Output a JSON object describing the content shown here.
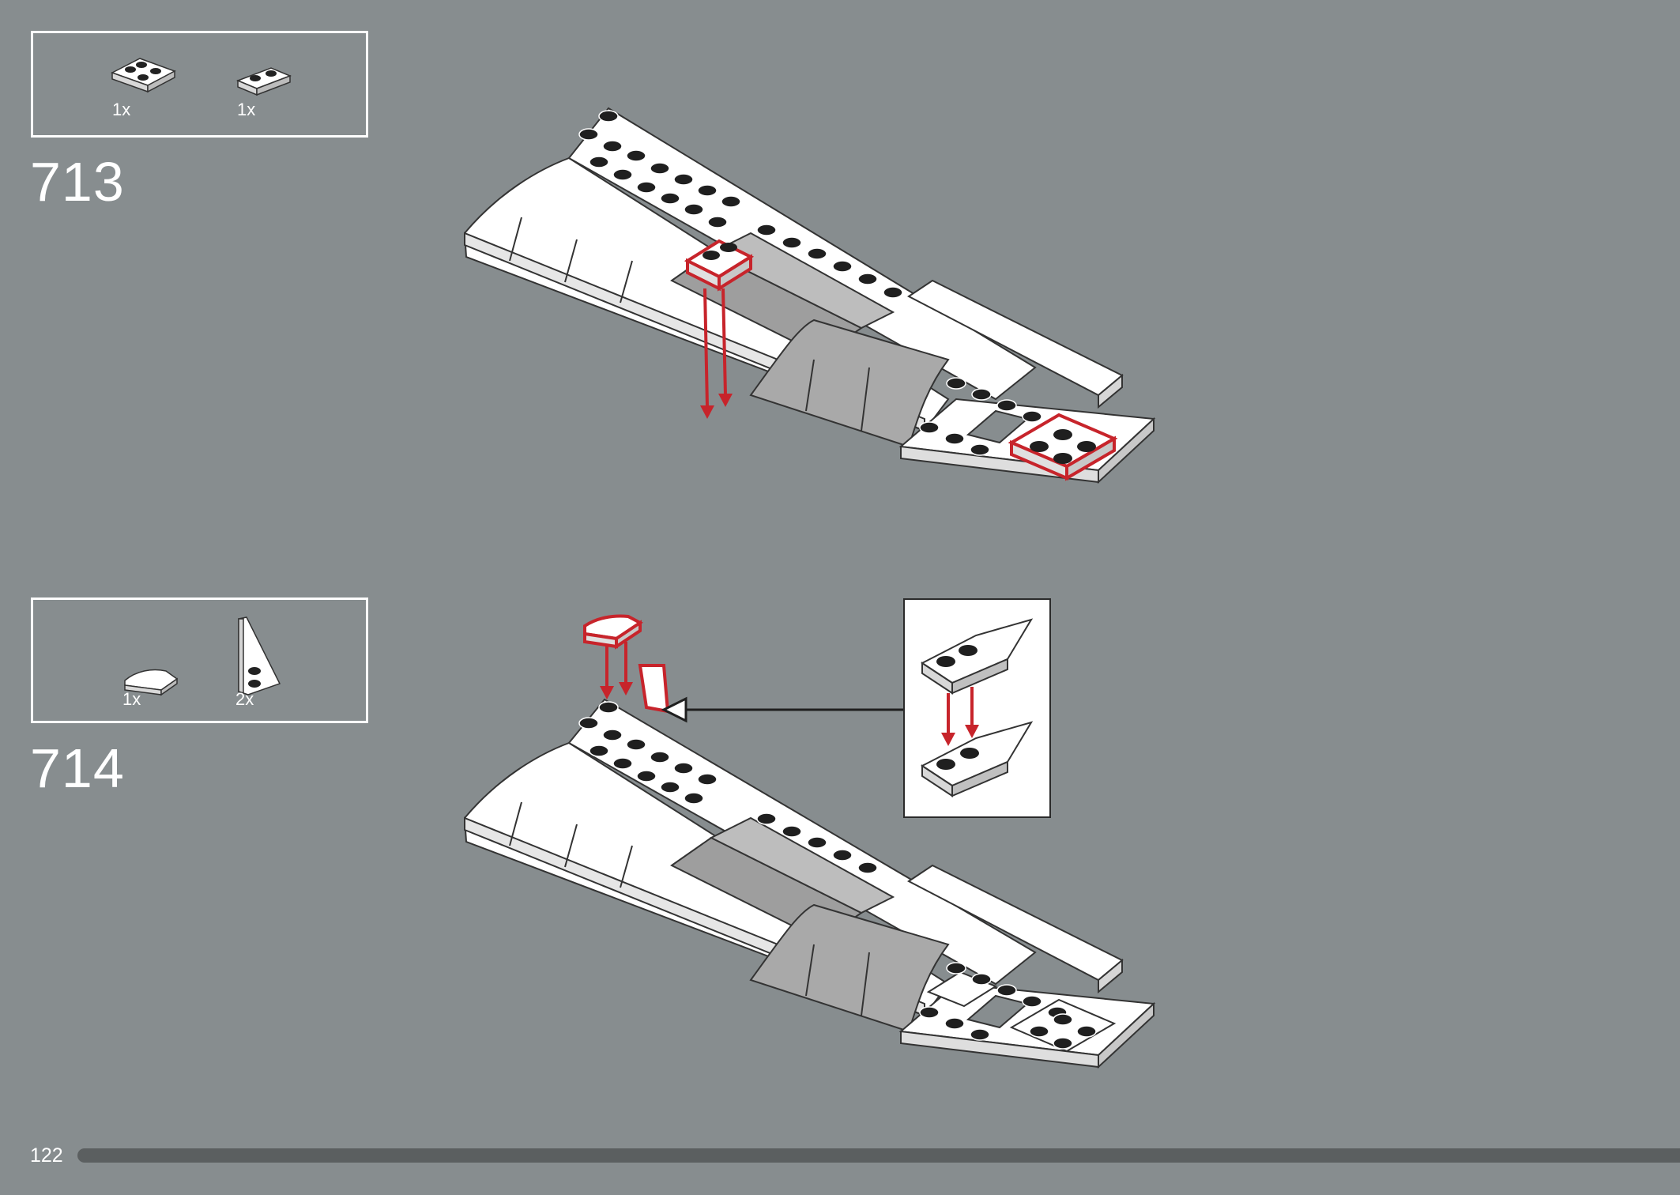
{
  "page": {
    "number": "122"
  },
  "colors": {
    "background": "#878d8f",
    "highlight": "#c7242b",
    "progress": "#5b5f60",
    "brick": "#ffffff",
    "dark_grey": "#a8a8a8"
  },
  "steps": [
    {
      "number": "713",
      "parts": [
        {
          "icon": "plate-2x2-icon",
          "qty": "1x"
        },
        {
          "icon": "plate-1x2-icon",
          "qty": "1x"
        }
      ]
    },
    {
      "number": "714",
      "parts": [
        {
          "icon": "curved-slope-icon",
          "qty": "1x"
        },
        {
          "icon": "wedge-plate-icon",
          "qty": "2x"
        }
      ]
    }
  ]
}
